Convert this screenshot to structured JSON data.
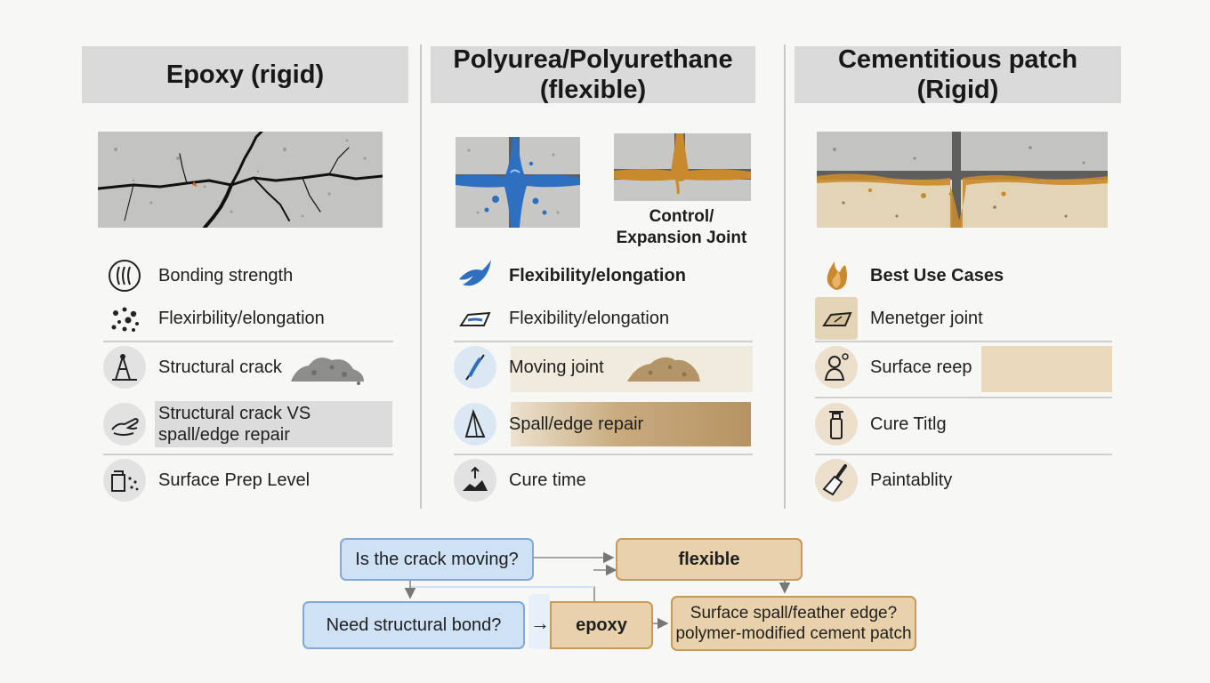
{
  "columns": [
    {
      "title": "Epoxy (rigid)",
      "rows": [
        {
          "label": "Bonding strength",
          "icon": "bond-waves-icon"
        },
        {
          "label": "Flexirbility/elongation",
          "icon": "dots-icon"
        },
        {
          "label": "Structural crack",
          "icon": "crack-tool-icon"
        },
        {
          "label": "Structural crack VS spall/edge repair",
          "line1": "Structural crack VS",
          "line2": "spall/edge repair",
          "icon": "hand-icon"
        },
        {
          "label": "Surface Prep Level",
          "icon": "surface-prep-icon"
        }
      ]
    },
    {
      "title": "Polyurea/Polyurethane (flexible)",
      "title_line1": "Polyurea/Polyurethane",
      "title_line2": "(flexible)",
      "joint_label_line1": "Control/",
      "joint_label_line2": "Expansion Joint",
      "rows": [
        {
          "label": "Flexibility/elongation",
          "icon": "leaf-splash-icon"
        },
        {
          "label": "Flexibility/elongation",
          "icon": "slab-icon"
        },
        {
          "label": "Moving joint",
          "icon": "moving-joint-icon"
        },
        {
          "label": "Spall/edge repair",
          "icon": "spall-icon"
        },
        {
          "label": "Cure time",
          "icon": "cure-icon"
        }
      ]
    },
    {
      "title": "Cementitious patch (Rigid)",
      "title_line1": "Cementitious patch",
      "title_line2": "(Rigid)",
      "rows": [
        {
          "label": "Best Use Cases",
          "icon": "flame-icon"
        },
        {
          "label": "Menetger joint",
          "icon": "patch-slab-icon"
        },
        {
          "label": "Surface reep",
          "icon": "person-icon"
        },
        {
          "label": "Cure Titlg",
          "icon": "bottle-icon"
        },
        {
          "label": "Paintablity",
          "icon": "brush-icon"
        }
      ]
    }
  ],
  "flowchart": {
    "q1": "Is the crack moving?",
    "flexible": "flexible",
    "q2": "Need structural bond?",
    "epoxy": "epoxy",
    "arrow_glyph": "→",
    "q3_line1": "Surface spall/feather edge?",
    "q3_line2": "polymer-modified cement patch"
  },
  "colors": {
    "header_bg": "#dadada",
    "epoxy_black": "#111111",
    "polyurea_blue": "#2f6fc0",
    "polyurethane_amber": "#c98a2e",
    "cement_tan": "#e3d4b6",
    "flow_blue": "#cfe1f5",
    "flow_tan": "#e9d2ab"
  }
}
